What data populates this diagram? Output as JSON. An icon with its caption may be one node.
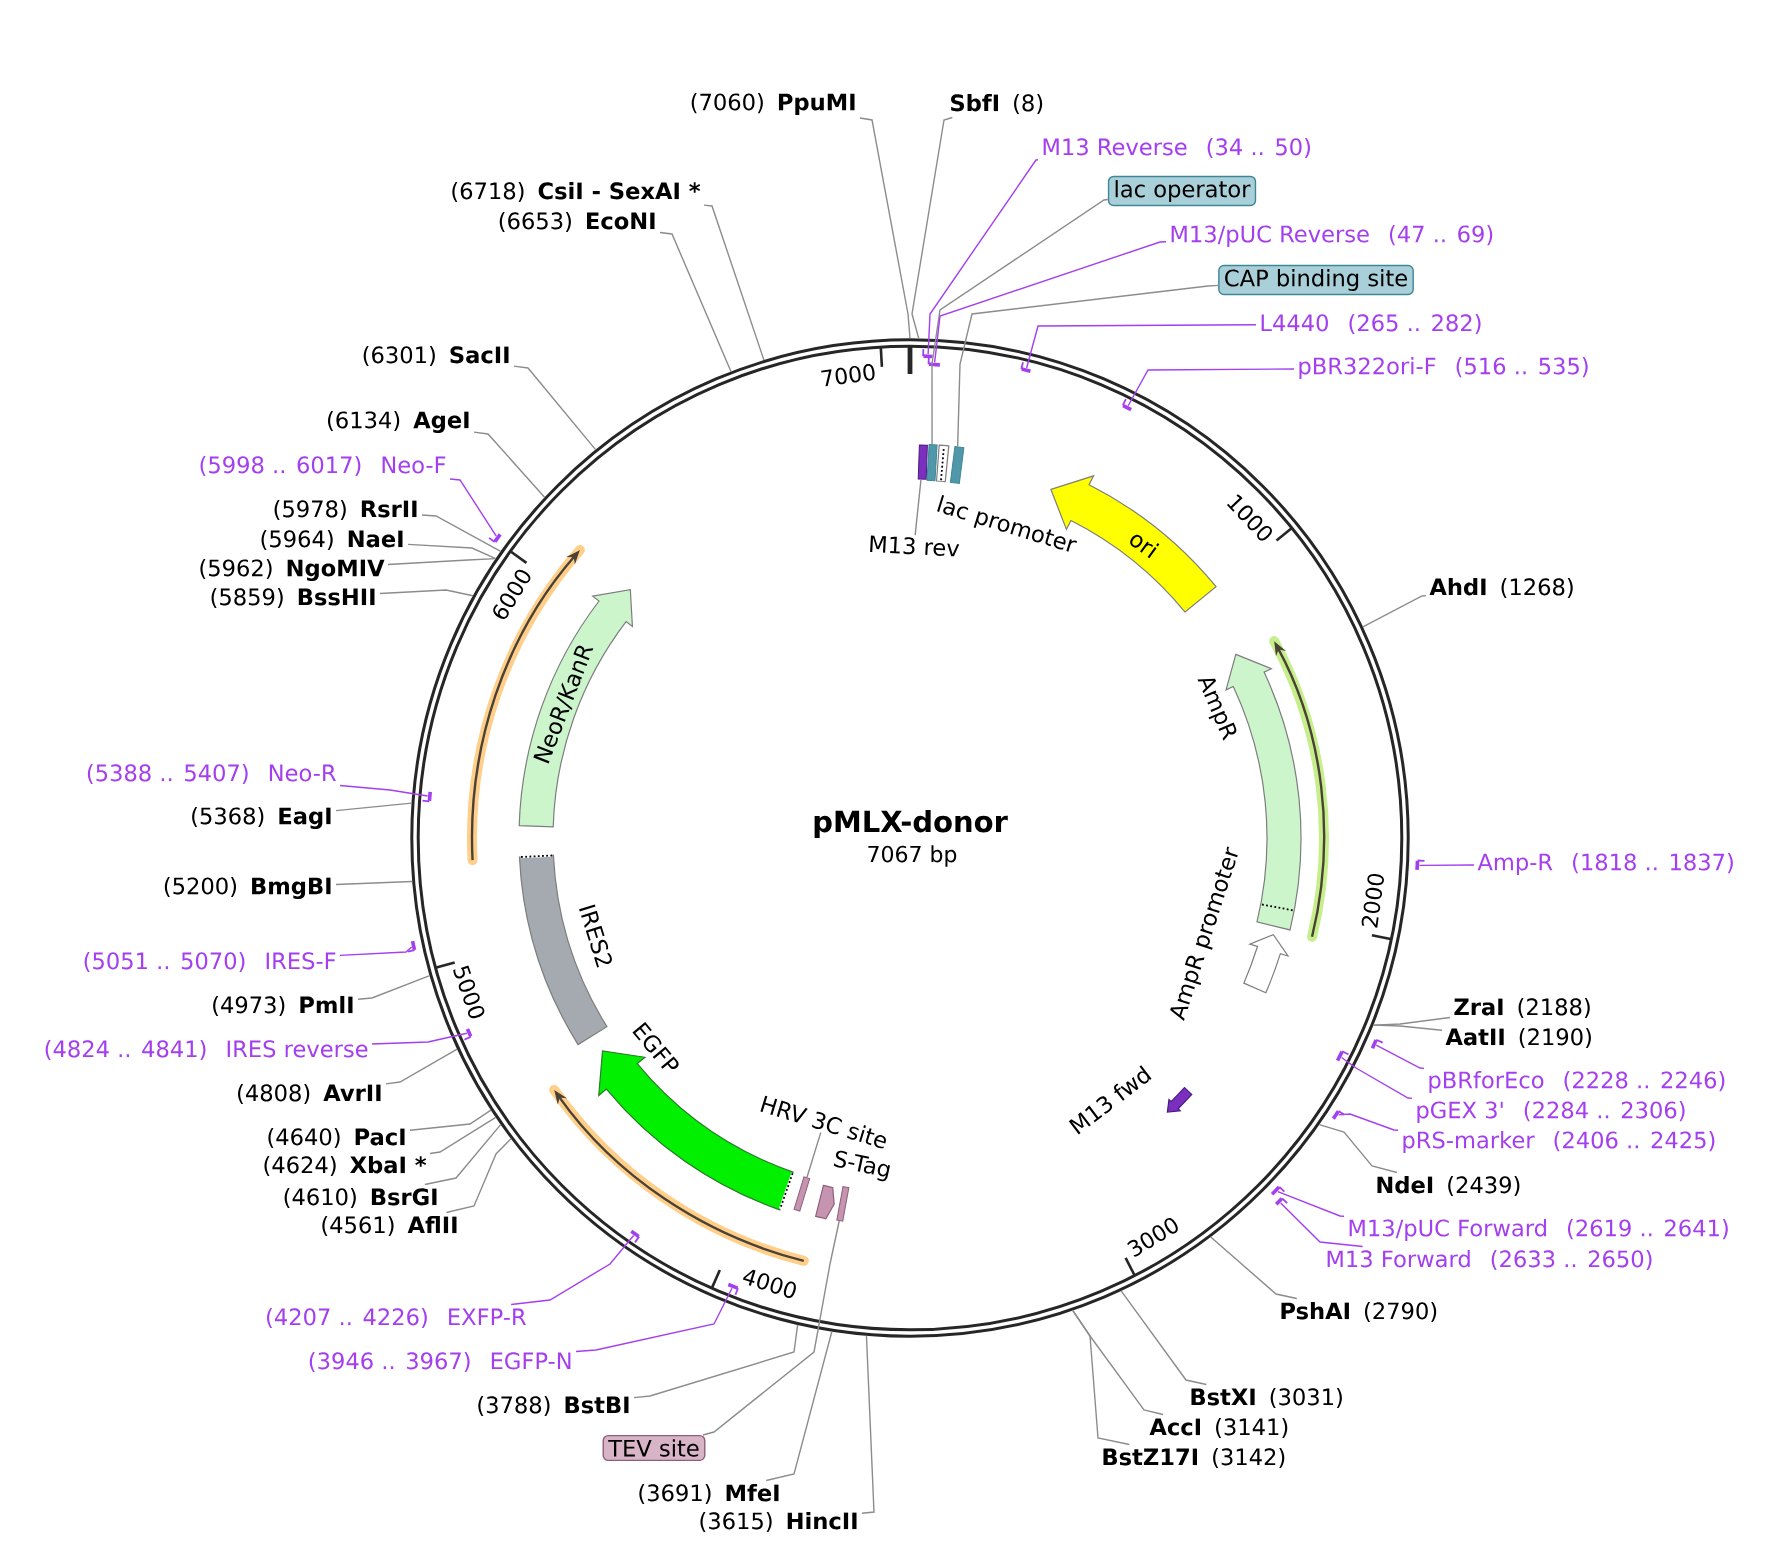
{
  "diagram": {
    "nodes": [
      {
        "text": [
          "pMLX-donor",
          "7067 bp"
        ]
      },
      {
        "text": [
          "(7060)",
          "PpuMI"
        ]
      },
      {
        "text": [
          "SbfI",
          "(8)"
        ]
      },
      {
        "text": [
          "M13 Reverse",
          "(34 .. 50)"
        ]
      },
      {
        "text": [
          "lac operator"
        ]
      },
      {
        "text": [
          "(6718)",
          "CsiI - SexAI *"
        ]
      },
      {
        "text": [
          "(6653)",
          "EcoNI"
        ]
      },
      {
        "text": [
          "M13/pUC Reverse",
          "(47 .. 69)"
        ]
      },
      {
        "text": [
          "CAP binding site"
        ]
      },
      {
        "text": [
          "L4440",
          "(265 .. 282)"
        ]
      },
      {
        "text": [
          "(6301)",
          "SacII"
        ]
      },
      {
        "text": [
          "pBR322ori-F",
          "(516 .. 535)"
        ]
      },
      {
        "text": [
          "(6134)",
          "AgeI"
        ]
      },
      {
        "text": [
          "(5998 .. 6017)",
          "Neo-F"
        ]
      },
      {
        "text": [
          "(5978)",
          "RsrII"
        ]
      },
      {
        "text": [
          "(5964)",
          "NaeI"
        ]
      },
      {
        "text": [
          "(5962)",
          "NgoMIV"
        ]
      },
      {
        "text": [
          "AhdI",
          "(1268)"
        ]
      },
      {
        "text": [
          "(5859)",
          "BssHII"
        ]
      },
      {
        "text": [
          "(5388 .. 5407)",
          "Neo-R"
        ]
      },
      {
        "text": [
          "(5368)",
          "EagI"
        ]
      },
      {
        "text": [
          "Amp-R",
          "(1818 .. 1837)"
        ]
      },
      {
        "text": [
          "(5200)",
          "BmgBI"
        ]
      },
      {
        "text": [
          "(5051 .. 5070)",
          "IRES-F"
        ]
      },
      {
        "text": [
          "(4973)",
          "PmlI"
        ]
      },
      {
        "text": [
          "ZraI",
          "(2188)"
        ]
      },
      {
        "text": [
          "AatII",
          "(2190)"
        ]
      },
      {
        "text": [
          "(4824 .. 4841)",
          "IRES reverse"
        ]
      },
      {
        "text": [
          "pBRforEco",
          "(2228 .. 2246)"
        ]
      },
      {
        "text": [
          "(4808)",
          "AvrII"
        ]
      },
      {
        "text": [
          "pGEX 3'",
          "(2284 .. 2306)"
        ]
      },
      {
        "text": [
          "(4640)",
          "PacI"
        ]
      },
      {
        "text": [
          "pRS-marker",
          "(2406 .. 2425)"
        ]
      },
      {
        "text": [
          "(4624)",
          "XbaI *"
        ]
      },
      {
        "text": [
          "NdeI",
          "(2439)"
        ]
      },
      {
        "text": [
          "(4610)",
          "BsrGI"
        ]
      },
      {
        "text": [
          "(4561)",
          "AflII"
        ]
      },
      {
        "text": [
          "M13/pUC Forward",
          "(2619 .. 2641)"
        ]
      },
      {
        "text": [
          "M13 Forward",
          "(2633 .. 2650)"
        ]
      },
      {
        "text": [
          "PshAI",
          "(2790)"
        ]
      },
      {
        "text": [
          "(4207 .. 4226)",
          "EXFP-R"
        ]
      },
      {
        "text": [
          "(3946 .. 3967)",
          "EGFP-N"
        ]
      },
      {
        "text": [
          "BstXI",
          "(3031)"
        ]
      },
      {
        "text": [
          "(3788)",
          "BstBI"
        ]
      },
      {
        "text": [
          "AccI",
          "(3141)"
        ]
      },
      {
        "text": [
          "TEV site"
        ]
      },
      {
        "text": [
          "BstZ17I",
          "(3142)"
        ]
      },
      {
        "text": [
          "(3691)",
          "MfeI"
        ]
      },
      {
        "text": [
          "(3615)",
          "HincII"
        ]
      },
      {
        "text": [
          "lac promoter"
        ],
        "in": 0
      },
      {
        "text": [
          "M13 rev"
        ],
        "in": 0
      },
      {
        "text": [
          "ori"
        ],
        "in": 0
      },
      {
        "text": [
          "NeoR/KanR"
        ],
        "in": 0
      },
      {
        "text": [
          "AmpR"
        ],
        "in": 0
      },
      {
        "text": [
          "AmpR promoter"
        ],
        "in": 0
      },
      {
        "text": [
          "IRES2"
        ],
        "in": 0
      },
      {
        "text": [
          "EGFP"
        ],
        "in": 0
      },
      {
        "text": [
          "M13 fwd"
        ],
        "in": 0
      },
      {
        "text": [
          "HRV 3C site"
        ],
        "in": 0
      },
      {
        "text": [
          "S-Tag"
        ],
        "in": 0
      },
      {
        "text": [],
        "shape": "box",
        "in": 0
      },
      {
        "text": [],
        "shape": "box",
        "in": 0
      },
      {
        "text": [],
        "shape": "box",
        "in": 0
      },
      {
        "text": [],
        "shape": "box",
        "in": 0
      },
      {
        "text": [],
        "shape": "box",
        "in": 0
      },
      {
        "text": [],
        "shape": "bar",
        "in": 0
      },
      {
        "text": [],
        "shape": "bar",
        "in": 0
      },
      {
        "text": [],
        "shape": "bar",
        "in": 0
      },
      {
        "text": [],
        "shape": "bar",
        "in": 0
      },
      {
        "text": [],
        "shape": "bar"
      },
      {
        "text": [],
        "shape": "bar",
        "in": 0
      },
      {
        "text": [],
        "shape": "bar"
      },
      {
        "text": [],
        "shape": "bar"
      },
      {
        "text": [],
        "shape": "bar",
        "in": 0
      },
      {
        "text": [],
        "shape": "bar"
      },
      {
        "text": [],
        "shape": "bar",
        "in": 0
      },
      {
        "text": [],
        "shape": "bar"
      },
      {
        "text": [],
        "shape": "bar"
      },
      {
        "text": [],
        "shape": "bar"
      },
      {
        "text": [],
        "shape": "bar",
        "in": 0
      },
      {
        "text": [],
        "shape": "bar",
        "in": 0
      }
    ],
    "edges": [
      {
        "from": 1,
        "to": 0,
        "arrow": "none"
      },
      {
        "from": 2,
        "to": 0,
        "arrow": "none"
      },
      {
        "from": 3,
        "to": 65,
        "arrow": "none",
        "color": "#a43ff0"
      },
      {
        "from": 4,
        "to": 61,
        "arrow": "none"
      },
      {
        "from": 5,
        "to": 0,
        "arrow": "none"
      },
      {
        "from": 6,
        "to": 0,
        "arrow": "none"
      },
      {
        "from": 7,
        "to": 66,
        "arrow": "none",
        "color": "#a43ff0"
      },
      {
        "from": 8,
        "to": 62,
        "arrow": "none"
      },
      {
        "from": 9,
        "to": 67,
        "arrow": "none",
        "color": "#a43ff0"
      },
      {
        "from": 10,
        "to": 0,
        "arrow": "none"
      },
      {
        "from": 11,
        "to": 68,
        "arrow": "none",
        "color": "#a43ff0"
      },
      {
        "from": 12,
        "to": 0,
        "arrow": "none"
      },
      {
        "from": 13,
        "to": 69,
        "arrow": "none",
        "color": "#a43ff0"
      },
      {
        "from": 14,
        "to": 0,
        "arrow": "none"
      },
      {
        "from": 15,
        "to": 0,
        "arrow": "none"
      },
      {
        "from": 16,
        "to": 0,
        "arrow": "none"
      },
      {
        "from": 17,
        "to": 0,
        "arrow": "none"
      },
      {
        "from": 18,
        "to": 0,
        "arrow": "none"
      },
      {
        "from": 19,
        "to": 70,
        "arrow": "none",
        "color": "#a43ff0"
      },
      {
        "from": 20,
        "to": 0,
        "arrow": "none"
      },
      {
        "from": 21,
        "to": 71,
        "arrow": "none",
        "color": "#a43ff0"
      },
      {
        "from": 22,
        "to": 0,
        "arrow": "none"
      },
      {
        "from": 23,
        "to": 72,
        "arrow": "none",
        "color": "#a43ff0"
      },
      {
        "from": 24,
        "to": 0,
        "arrow": "none"
      },
      {
        "from": 25,
        "to": 0,
        "arrow": "none"
      },
      {
        "from": 26,
        "to": 0,
        "arrow": "none"
      },
      {
        "from": 27,
        "to": 73,
        "arrow": "none",
        "color": "#a43ff0"
      },
      {
        "from": 28,
        "to": 74,
        "arrow": "none",
        "color": "#a43ff0"
      },
      {
        "from": 29,
        "to": 0,
        "arrow": "none"
      },
      {
        "from": 30,
        "to": 75,
        "arrow": "none",
        "color": "#a43ff0"
      },
      {
        "from": 31,
        "to": 0,
        "arrow": "none"
      },
      {
        "from": 32,
        "to": 76,
        "arrow": "none",
        "color": "#a43ff0"
      },
      {
        "from": 33,
        "to": 0,
        "arrow": "none"
      },
      {
        "from": 34,
        "to": 0,
        "arrow": "none"
      },
      {
        "from": 35,
        "to": 0,
        "arrow": "none"
      },
      {
        "from": 36,
        "to": 0,
        "arrow": "none"
      },
      {
        "from": 37,
        "to": 77,
        "arrow": "none",
        "color": "#a43ff0"
      },
      {
        "from": 38,
        "to": 78,
        "arrow": "none",
        "color": "#a43ff0"
      },
      {
        "from": 39,
        "to": 0,
        "arrow": "none"
      },
      {
        "from": 40,
        "to": 79,
        "arrow": "none",
        "color": "#a43ff0"
      },
      {
        "from": 41,
        "to": 80,
        "arrow": "none",
        "color": "#a43ff0"
      },
      {
        "from": 42,
        "to": 0,
        "arrow": "none"
      },
      {
        "from": 43,
        "to": 0,
        "arrow": "none"
      },
      {
        "from": 44,
        "to": 0,
        "arrow": "none"
      },
      {
        "from": 45,
        "to": 64,
        "arrow": "none"
      },
      {
        "from": 46,
        "to": 0,
        "arrow": "none"
      },
      {
        "from": 47,
        "to": 0,
        "arrow": "none"
      },
      {
        "from": 48,
        "to": 0,
        "arrow": "none"
      },
      {
        "from": 50,
        "to": 60,
        "arrow": "none"
      },
      {
        "from": 58,
        "to": 63,
        "arrow": "none"
      }
    ],
    "labels": [
      "7000",
      "1000",
      "6000",
      "2000",
      "5000",
      "3000",
      "4000"
    ]
  }
}
